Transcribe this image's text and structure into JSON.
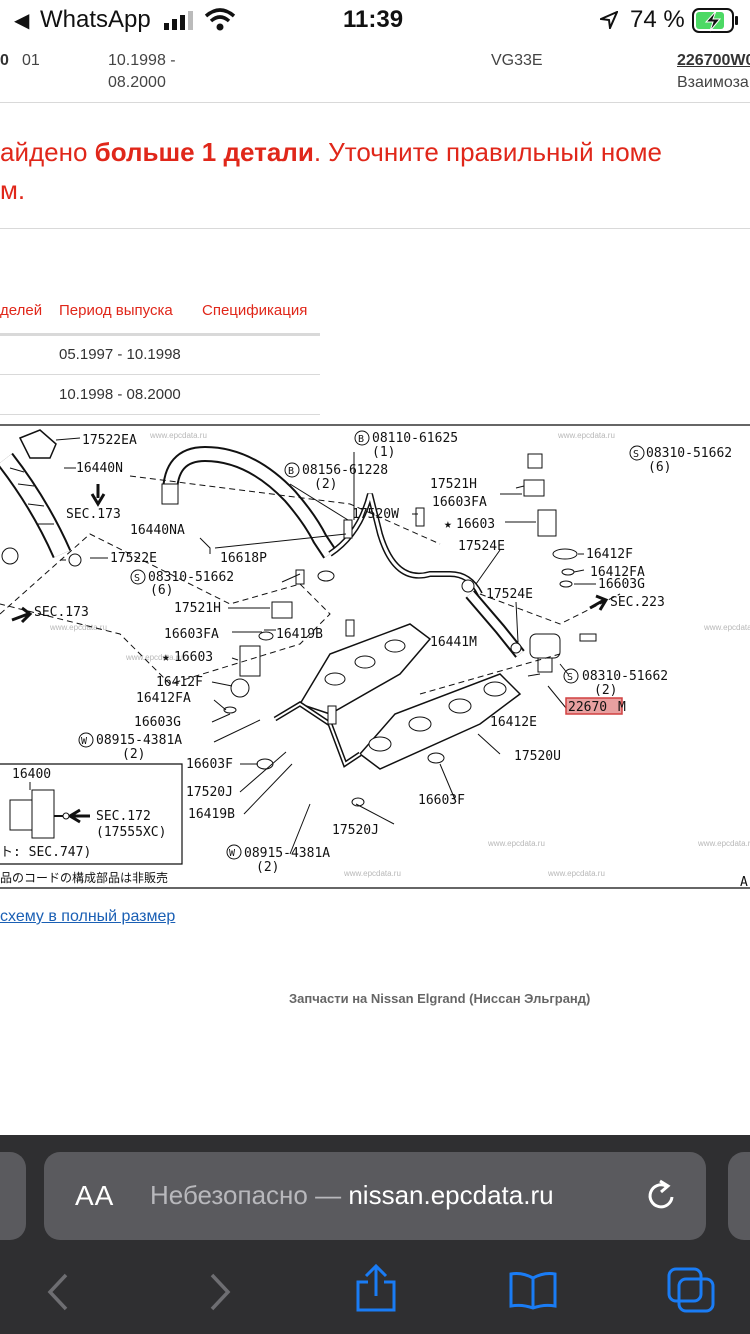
{
  "status_bar": {
    "back_app": "WhatsApp",
    "time": "11:39",
    "battery_percent": "74 %"
  },
  "top_row": {
    "c1": "0",
    "c2": "01",
    "period_line1": "10.1998 -",
    "period_line2": "08.2000",
    "engine": "VG33E",
    "part_number": "226700W0",
    "part_note": "Взаимоза"
  },
  "notice": {
    "line1_pre": "айдено ",
    "line1_bold": "больше 1 детали",
    "line1_post": ". Уточните правильный номе",
    "line2": "м."
  },
  "table": {
    "headers": [
      "делей",
      "Период выпуска",
      "Спецификация"
    ],
    "rows": [
      {
        "period": "05.1997 - 10.1998"
      },
      {
        "period": "10.1998 - 08.2000"
      }
    ]
  },
  "diagram": {
    "watermark": "www.epcdata.ru",
    "labels": {
      "l17522EA": "17522EA",
      "l16440N": "16440N",
      "lSEC173a": "SEC.173",
      "l16440NA": "16440NA",
      "l17522E": "17522E",
      "l16618P": "16618P",
      "lB08110": "08110-61625",
      "lB08110q": "(1)",
      "lB08156": "08156-61228",
      "lB08156q": "(2)",
      "l17520W": "17520W",
      "l17521H_r": "17521H",
      "l16603FA_r": "16603FA",
      "l16603_r": "16603",
      "l17524E_a": "17524E",
      "lS08310_top": "08310-51662",
      "lS08310_top_q": "(6)",
      "l16412F_r": "16412F",
      "l16412FA_r": "16412FA",
      "l16603G_r": "16603G",
      "lSEC223": "SEC.223",
      "l17524E_b": "17524E",
      "lSEC173b": "SEC.173",
      "lS08310_mid": "08310-51662",
      "lS08310_mid_q": "(6)",
      "l17521H_l": "17521H",
      "l16603FA_l": "16603FA",
      "l16419B_a": "16419B",
      "l16603_l": "16603",
      "l16441M": "16441M",
      "lS08310_r2": "08310-51662",
      "lS08310_r2_q": "(2)",
      "l22670M_pre": "22670",
      "l22670M_post": "M",
      "l16412F_l": "16412F",
      "l16412FA_l": "16412FA",
      "l16412E": "16412E",
      "l16603G_l": "16603G",
      "lW08915_a": "08915-4381A",
      "lW08915_a_q": "(2)",
      "l17520U": "17520U",
      "l16400": "16400",
      "l16603F_l": "16603F",
      "lSEC172": "SEC.172",
      "l17555XC": "(17555XC)",
      "l17520J_a": "17520J",
      "l16603F_r": "16603F",
      "l16419B_b": "16419B",
      "lSEC747": "ト: SEC.747)",
      "l17520J_b": "17520J",
      "lW08915_b": "08915-4381A",
      "lW08915_b_q": "(2)",
      "l_jp": "品のコードの構成部品は非販売",
      "lA": "A"
    }
  },
  "full_size_link": "схему в полный размер",
  "footer": "Запчасти на Nissan Elgrand (Ниссан Эльгранд)",
  "browser": {
    "text_size_btn": "AA",
    "url_prefix": "Небезопасно — ",
    "url_host": "nissan.epcdata.ru"
  },
  "colors": {
    "accent_red": "#e0271a",
    "link_blue": "#1a5fb4",
    "ios_blue": "#1a7cf5",
    "highlight_part": "#e8a0a0"
  }
}
